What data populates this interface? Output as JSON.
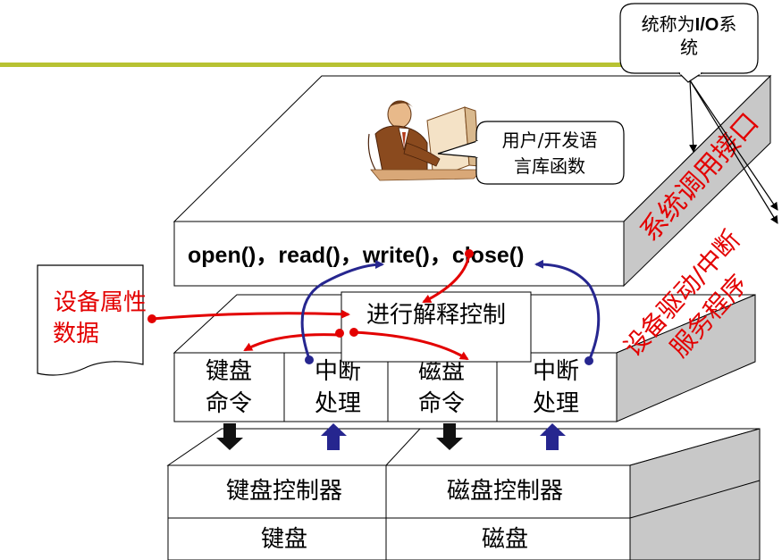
{
  "callouts": {
    "io_system": "统称为I/O系统",
    "user_lib": "用户/开发语言库函数"
  },
  "layers": {
    "syscall_label": "系统调用接口",
    "driver_label_line1": "设备驱动/中断",
    "driver_label_line2": "服务程序",
    "api_functions": "open()，read()，write()，close()",
    "dispatch": "进行解释控制"
  },
  "device_attr": {
    "line1": "设备属性",
    "line2": "数据"
  },
  "modules": [
    {
      "line1": "键盘",
      "line2": "命令"
    },
    {
      "line1": "中断",
      "line2": "处理"
    },
    {
      "line1": "磁盘",
      "line2": "命令"
    },
    {
      "line1": "中断",
      "line2": "处理"
    }
  ],
  "controllers": {
    "keyboard_controller": "键盘控制器",
    "disk_controller": "磁盘控制器",
    "keyboard": "键盘",
    "disk": "磁盘"
  },
  "colors": {
    "accent_line": "#b7c232",
    "side_gray": "#c8c8c8",
    "red": "#e30000",
    "blue": "#26268f"
  }
}
